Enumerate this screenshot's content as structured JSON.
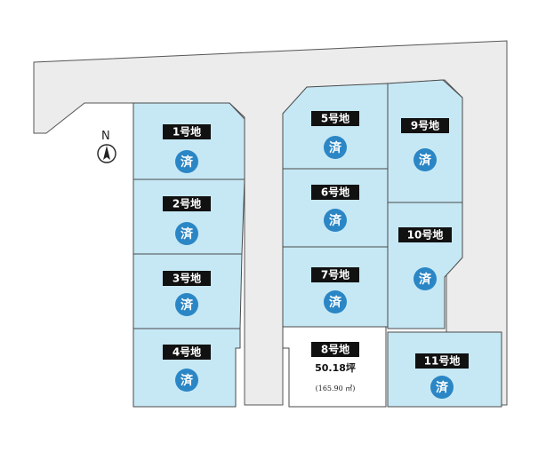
{
  "north": {
    "label": "N",
    "icon": "north-arrow-icon"
  },
  "colors": {
    "sold_lot": "#c6e8f5",
    "available_lot": "#ffffff",
    "sold_badge": "#2b86c5",
    "road": "#ececec",
    "label_bg": "#111111"
  },
  "lots": [
    {
      "id": "lot-1",
      "name": "1号地",
      "status": "済"
    },
    {
      "id": "lot-2",
      "name": "2号地",
      "status": "済"
    },
    {
      "id": "lot-3",
      "name": "3号地",
      "status": "済"
    },
    {
      "id": "lot-4",
      "name": "4号地",
      "status": "済"
    },
    {
      "id": "lot-5",
      "name": "5号地",
      "status": "済"
    },
    {
      "id": "lot-6",
      "name": "6号地",
      "status": "済"
    },
    {
      "id": "lot-7",
      "name": "7号地",
      "status": "済"
    },
    {
      "id": "lot-8",
      "name": "8号地",
      "area_tsubo": "50.18坪",
      "area_sqm": "(165.90 ㎡)"
    },
    {
      "id": "lot-9",
      "name": "9号地",
      "status": "済"
    },
    {
      "id": "lot-10",
      "name": "10号地",
      "status": "済"
    },
    {
      "id": "lot-11",
      "name": "11号地",
      "status": "済"
    }
  ]
}
